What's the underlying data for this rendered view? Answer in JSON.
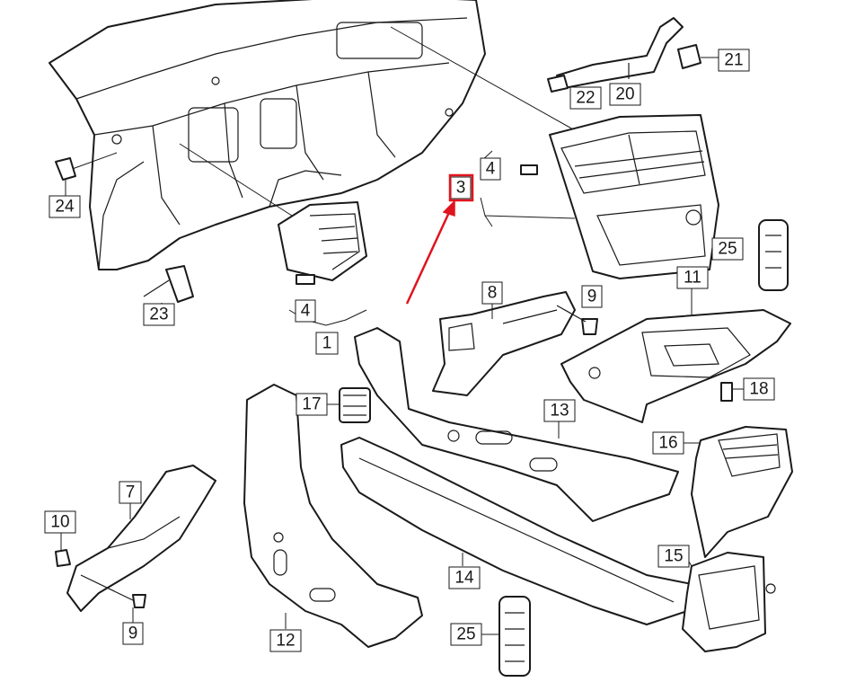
{
  "diagram": {
    "callouts": [
      {
        "id": "c24",
        "label": "24"
      },
      {
        "id": "c23",
        "label": "23"
      },
      {
        "id": "c4a",
        "label": "4"
      },
      {
        "id": "c1",
        "label": "1"
      },
      {
        "id": "c4b",
        "label": "4"
      },
      {
        "id": "c3",
        "label": "3"
      },
      {
        "id": "c22",
        "label": "22"
      },
      {
        "id": "c20",
        "label": "20"
      },
      {
        "id": "c21",
        "label": "21"
      },
      {
        "id": "c25a",
        "label": "25"
      },
      {
        "id": "c8",
        "label": "8"
      },
      {
        "id": "c9a",
        "label": "9"
      },
      {
        "id": "c11",
        "label": "11"
      },
      {
        "id": "c18",
        "label": "18"
      },
      {
        "id": "c17",
        "label": "17"
      },
      {
        "id": "c13",
        "label": "13"
      },
      {
        "id": "c16",
        "label": "16"
      },
      {
        "id": "c7",
        "label": "7"
      },
      {
        "id": "c10",
        "label": "10"
      },
      {
        "id": "c9b",
        "label": "9"
      },
      {
        "id": "c12",
        "label": "12"
      },
      {
        "id": "c14",
        "label": "14"
      },
      {
        "id": "c15",
        "label": "15"
      },
      {
        "id": "c25b",
        "label": "25"
      }
    ],
    "highlight": {
      "label": "3",
      "color": "#e0141e"
    }
  }
}
